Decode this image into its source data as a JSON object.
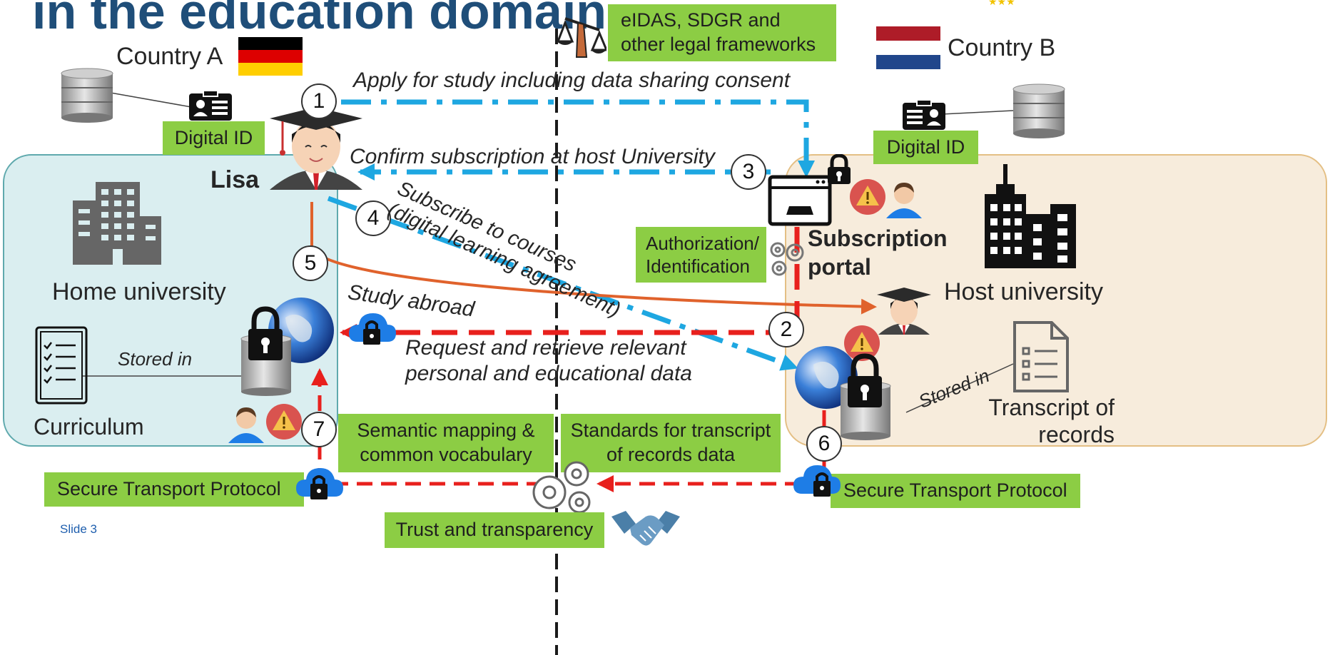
{
  "title": "in the education domain",
  "country_a": {
    "label": "Country A",
    "flag_colors": [
      "#000000",
      "#dd0000",
      "#ffce00"
    ]
  },
  "country_b": {
    "label": "Country B",
    "flag_colors": [
      "#ae1c28",
      "#ffffff",
      "#21468b"
    ]
  },
  "legal": "eIDAS, SDGR and\nother legal frameworks",
  "digital_id_a": "Digital ID",
  "digital_id_b": "Digital ID",
  "student_name": "Lisa",
  "home_university": "Home university",
  "host_university": "Host university",
  "subscription_portal": "Subscription\nportal",
  "auth_box": "Authorization/\nIdentification",
  "curriculum": "Curriculum",
  "stored_in_a": "Stored in",
  "stored_in_b": "Stored in",
  "transcript": "Transcript of\nrecords",
  "steps": [
    "1",
    "2",
    "3",
    "4",
    "5",
    "6",
    "7"
  ],
  "messages": {
    "apply": "Apply for study including data sharing consent",
    "confirm": "Confirm subscription at host University",
    "subscribe": "Subscribe to courses\n(digital learning agreement)",
    "study_abroad": "Study abroad",
    "request": "Request and retrieve relevant\npersonal and educational data"
  },
  "semantic_box": "Semantic mapping &\ncommon vocabulary",
  "standards_box": "Standards for transcript\nof records data",
  "secure_a": "Secure Transport Protocol",
  "secure_b": "Secure Transport Protocol",
  "trust_box": "Trust and transparency",
  "slide_label": "Slide 3",
  "colors": {
    "title": "#1f4e79",
    "green_box": "#8ccd44",
    "home_region": "#daeef0",
    "host_region": "#f7ecdc",
    "blue_arrow": "#1ea7e1",
    "red_arrow": "#e8201d",
    "orange_arrow": "#e0622c",
    "slide_label": "#1f5fae"
  }
}
